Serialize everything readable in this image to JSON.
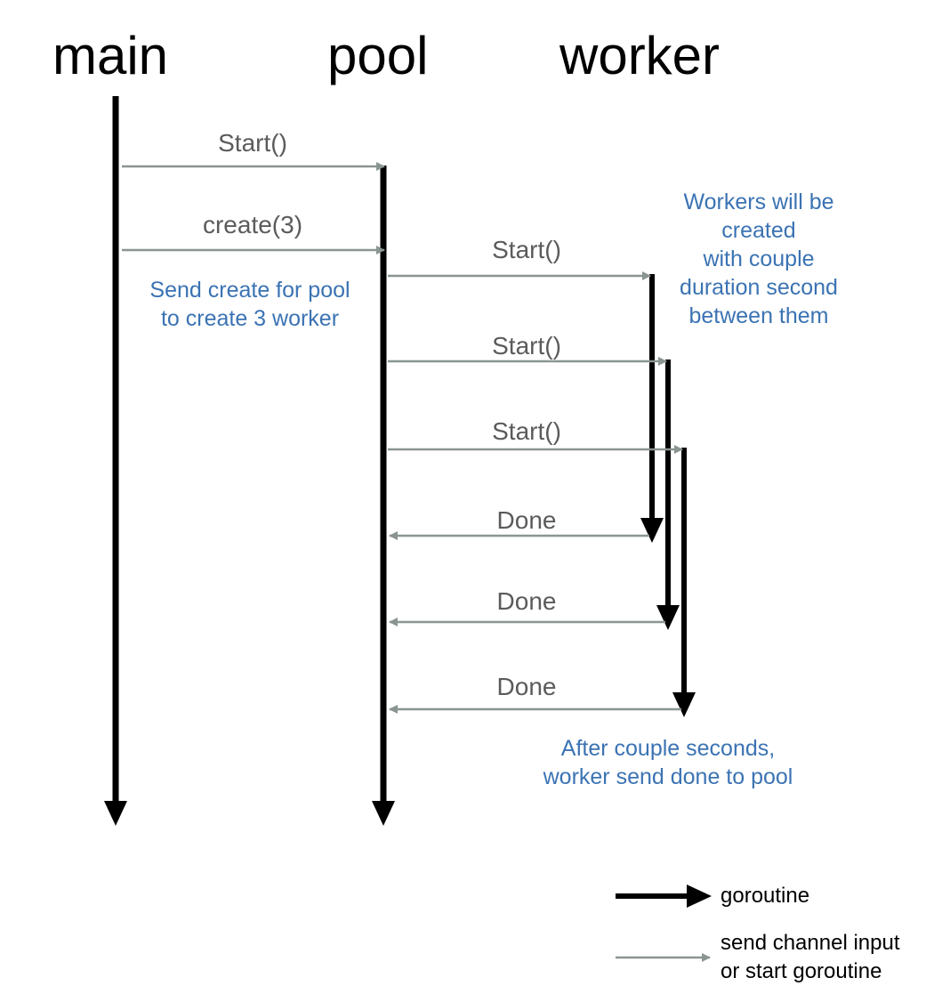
{
  "colors": {
    "goroutine": "#000000",
    "message": "#8a9591",
    "message_text": "#5b5b5b",
    "note": "#3b73b3"
  },
  "columns": [
    {
      "id": "main",
      "label": "main"
    },
    {
      "id": "pool",
      "label": "pool"
    },
    {
      "id": "worker",
      "label": "worker"
    }
  ],
  "messages": [
    {
      "id": "main-start",
      "label": "Start()"
    },
    {
      "id": "main-create",
      "label": "create(3)"
    },
    {
      "id": "worker1-start",
      "label": "Start()"
    },
    {
      "id": "worker2-start",
      "label": "Start()"
    },
    {
      "id": "worker3-start",
      "label": "Start()"
    },
    {
      "id": "worker1-done",
      "label": "Done"
    },
    {
      "id": "worker2-done",
      "label": "Done"
    },
    {
      "id": "worker3-done",
      "label": "Done"
    }
  ],
  "notes": {
    "create": "Send create for pool\nto create 3 worker",
    "workers": "Workers will be created\nwith couple duration second\nbetween them",
    "done": "After couple seconds,\nworker send done to pool"
  },
  "legend": {
    "goroutine": "goroutine",
    "message": "send channel input\nor start goroutine"
  }
}
